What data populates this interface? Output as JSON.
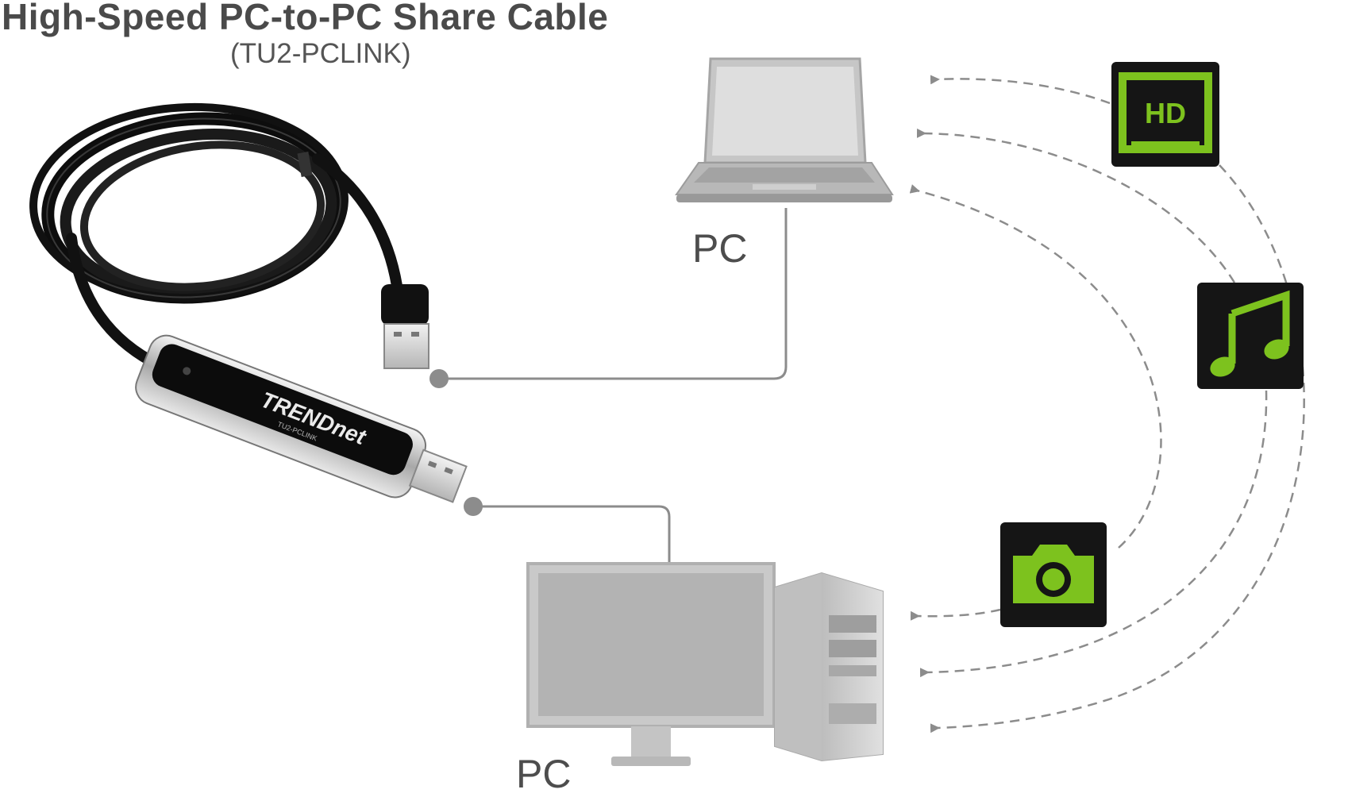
{
  "header": {
    "title": "High-Speed PC-to-PC Share Cable",
    "subtitle": "(TU2-PCLINK)"
  },
  "cable": {
    "brand": "TRENDnet",
    "model_printed": "TU2-PCLINK"
  },
  "nodes": {
    "laptop_label": "PC",
    "desktop_label": "PC"
  },
  "media_icons": {
    "video_label": "HD",
    "video_icon": "hd-video-icon",
    "music_icon": "music-note-icon",
    "photo_icon": "camera-icon"
  },
  "colors": {
    "accent_green": "#7dc21e",
    "icon_bg": "#151515",
    "device_gray": "#c9c9c9",
    "line_gray": "#8c8c8c"
  }
}
